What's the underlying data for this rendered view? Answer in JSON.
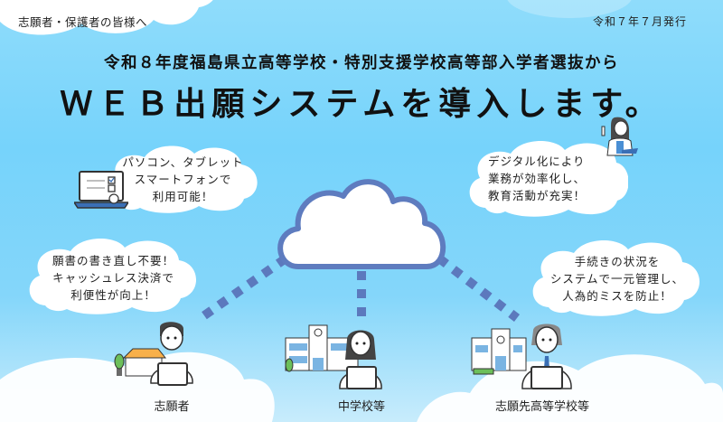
{
  "header": {
    "audience": "志願者・保護者の皆様へ",
    "issued": "令和７年７月発行"
  },
  "headline": {
    "subtitle": "令和８年度福島県立高等学校・特別支援学校高等部入学者選抜から",
    "title": "ＷＥＢ出願システムを導入します。"
  },
  "benefits": [
    {
      "id": "devices",
      "lines": [
        "パソコン、タブレット",
        "スマートフォンで",
        "利用可能！"
      ],
      "icon": "laptop-checklist-icon"
    },
    {
      "id": "cashless",
      "lines": [
        "願書の書き直し不要！",
        "キャッシュレス決済で",
        "利便性が向上！"
      ]
    },
    {
      "id": "digital",
      "lines": [
        "デジタル化により",
        "業務が効率化し、",
        "教育活動が充実！"
      ],
      "icon": "teacher-pointing-icon"
    },
    {
      "id": "management",
      "lines": [
        "手続きの状況を",
        "システムで一元管理し、",
        "人為的ミスを防止！"
      ]
    }
  ],
  "roles": [
    {
      "label": "志願者",
      "icon": "applicant-at-home-icon"
    },
    {
      "label": "中学校等",
      "icon": "junior-high-school-icon"
    },
    {
      "label": "志願先高等学校等",
      "icon": "high-school-icon"
    }
  ],
  "center": {
    "icon": "cloud-icon"
  },
  "colors": {
    "sky_top": "#8fdcfb",
    "sky_mid": "#76d3fb",
    "cloud_outline": "#5e7cbf",
    "connector": "#5c79bd",
    "text": "#111111"
  }
}
